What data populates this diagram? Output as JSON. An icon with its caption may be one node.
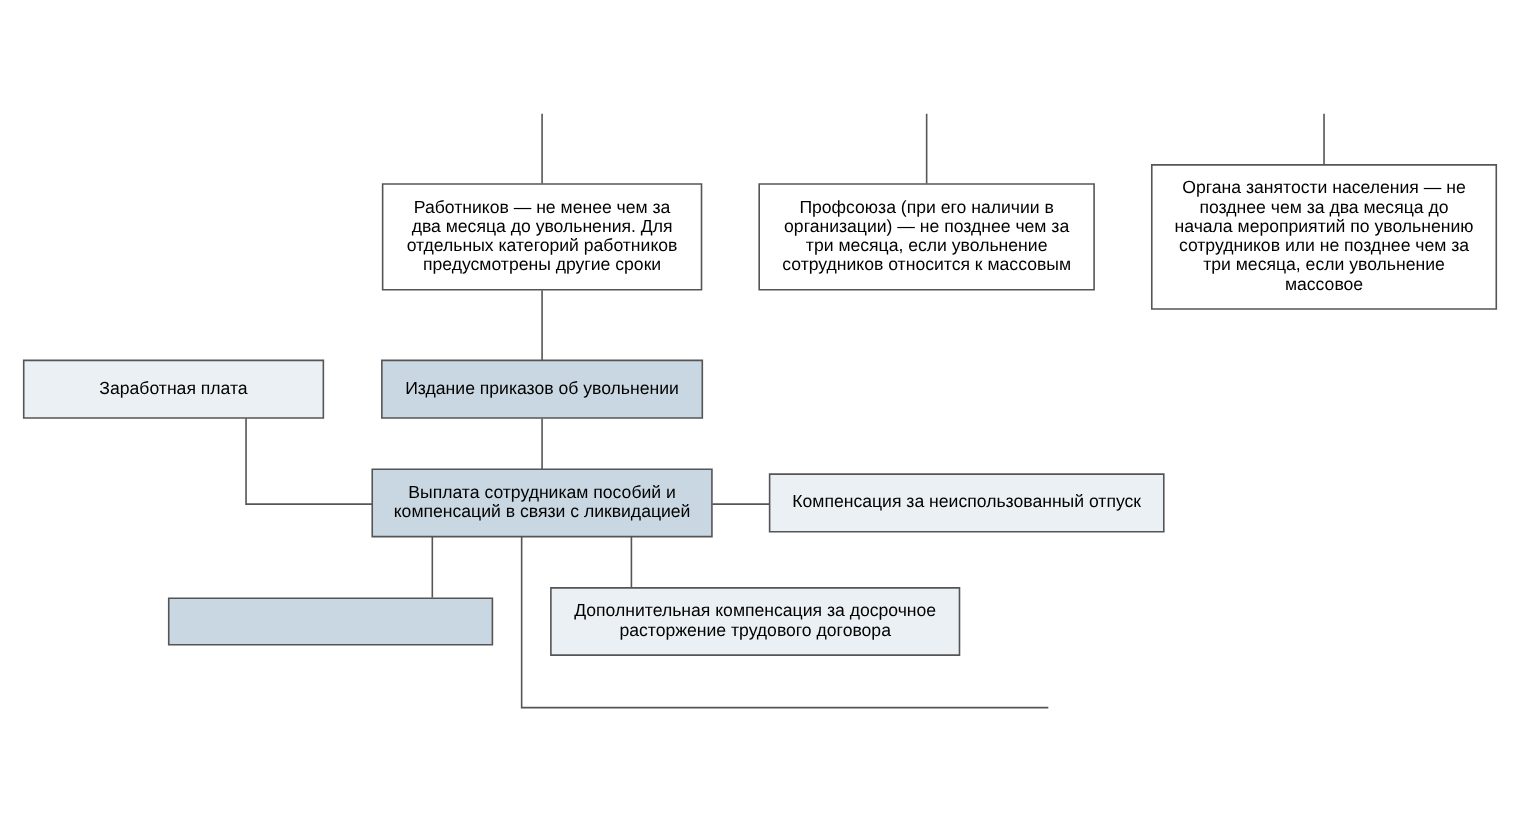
{
  "diagram": {
    "nodes": [
      {
        "text": [
          "Работников — не менее чем за два месяца до увольнения. Для отдельных категорий работников предусмотрены другие сроки"
        ]
      },
      {
        "text": [
          "Профсоюза (при его наличии в организации) — не позднее чем за три месяца, если увольнение сотрудников относится к массовым"
        ]
      },
      {
        "text": [
          "Органа занятости населения — не позднее чем за два месяца до начала мероприятий по увольнению сотрудников или не позднее чем за три месяца, если увольнение массовое"
        ]
      },
      {
        "text": [
          "Издание приказов об увольнении"
        ]
      },
      {
        "text": [
          "Выплата сотрудникам пособий и компенсаций в связи с ликвидацией"
        ]
      },
      {
        "text": [
          "Заработная плата"
        ]
      },
      {
        "text": [
          "Компенсация за неиспользованный отпуск"
        ]
      },
      {
        "text": [
          "Дополнительная компенсация за досрочное расторжение трудового договора"
        ]
      },
      {
        "text": [],
        "shape": "box"
      }
    ],
    "edges": [
      {
        "from": null,
        "to": 0,
        "arrow": "none"
      },
      {
        "from": null,
        "to": 1,
        "arrow": "none"
      },
      {
        "from": null,
        "to": 2,
        "arrow": "none"
      },
      {
        "from": 0,
        "to": 3,
        "arrow": "none"
      },
      {
        "from": 3,
        "to": 4,
        "arrow": "none"
      },
      {
        "from": 4,
        "to": 8,
        "arrow": "none"
      },
      {
        "from": 4,
        "to": 5,
        "arrow": "none"
      },
      {
        "from": 4,
        "to": 6,
        "arrow": "none"
      },
      {
        "from": 4,
        "to": 7,
        "arrow": "none"
      },
      {
        "from": 4,
        "to": null,
        "arrow": "none"
      }
    ]
  }
}
